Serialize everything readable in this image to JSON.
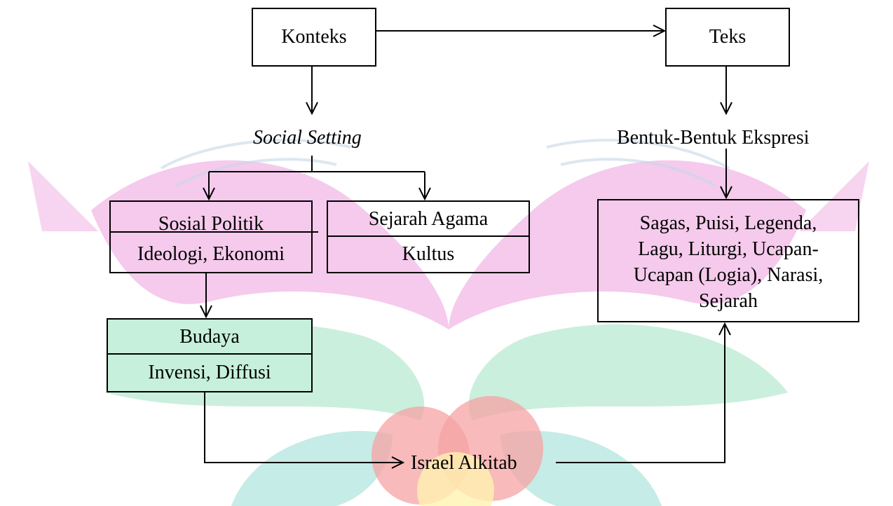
{
  "watermark": {
    "colors": {
      "pink": "#f1b8e6",
      "green": "#b9ead2",
      "teal": "#9fe0d6",
      "red": "#f6a3a3",
      "yellow": "#fff3b0"
    },
    "icon": "institution-logo-watermark"
  },
  "diagram": {
    "nodes": {
      "konteks": "Konteks",
      "teks": "Teks",
      "social_setting": "Social Setting",
      "bentuk_ekspresi": "Bentuk-Bentuk Ekspresi",
      "sosial_politik": {
        "title": "Sosial Politik",
        "subtitle": "Ideologi, Ekonomi"
      },
      "sejarah_agama": {
        "title": "Sejarah Agama",
        "subtitle": "Kultus"
      },
      "budaya": {
        "title": "Budaya",
        "subtitle": "Invensi, Diffusi"
      },
      "sagas": {
        "lines": [
          "Sagas, Puisi, Legenda,",
          "Lagu, Liturgi, Ucapan-",
          "Ucapan (Logia), Narasi,",
          "Sejarah"
        ]
      },
      "israel": "Israel Alkitab"
    },
    "colors": {
      "line": "#000000",
      "budaya_fill": "#c6f0dc"
    }
  }
}
